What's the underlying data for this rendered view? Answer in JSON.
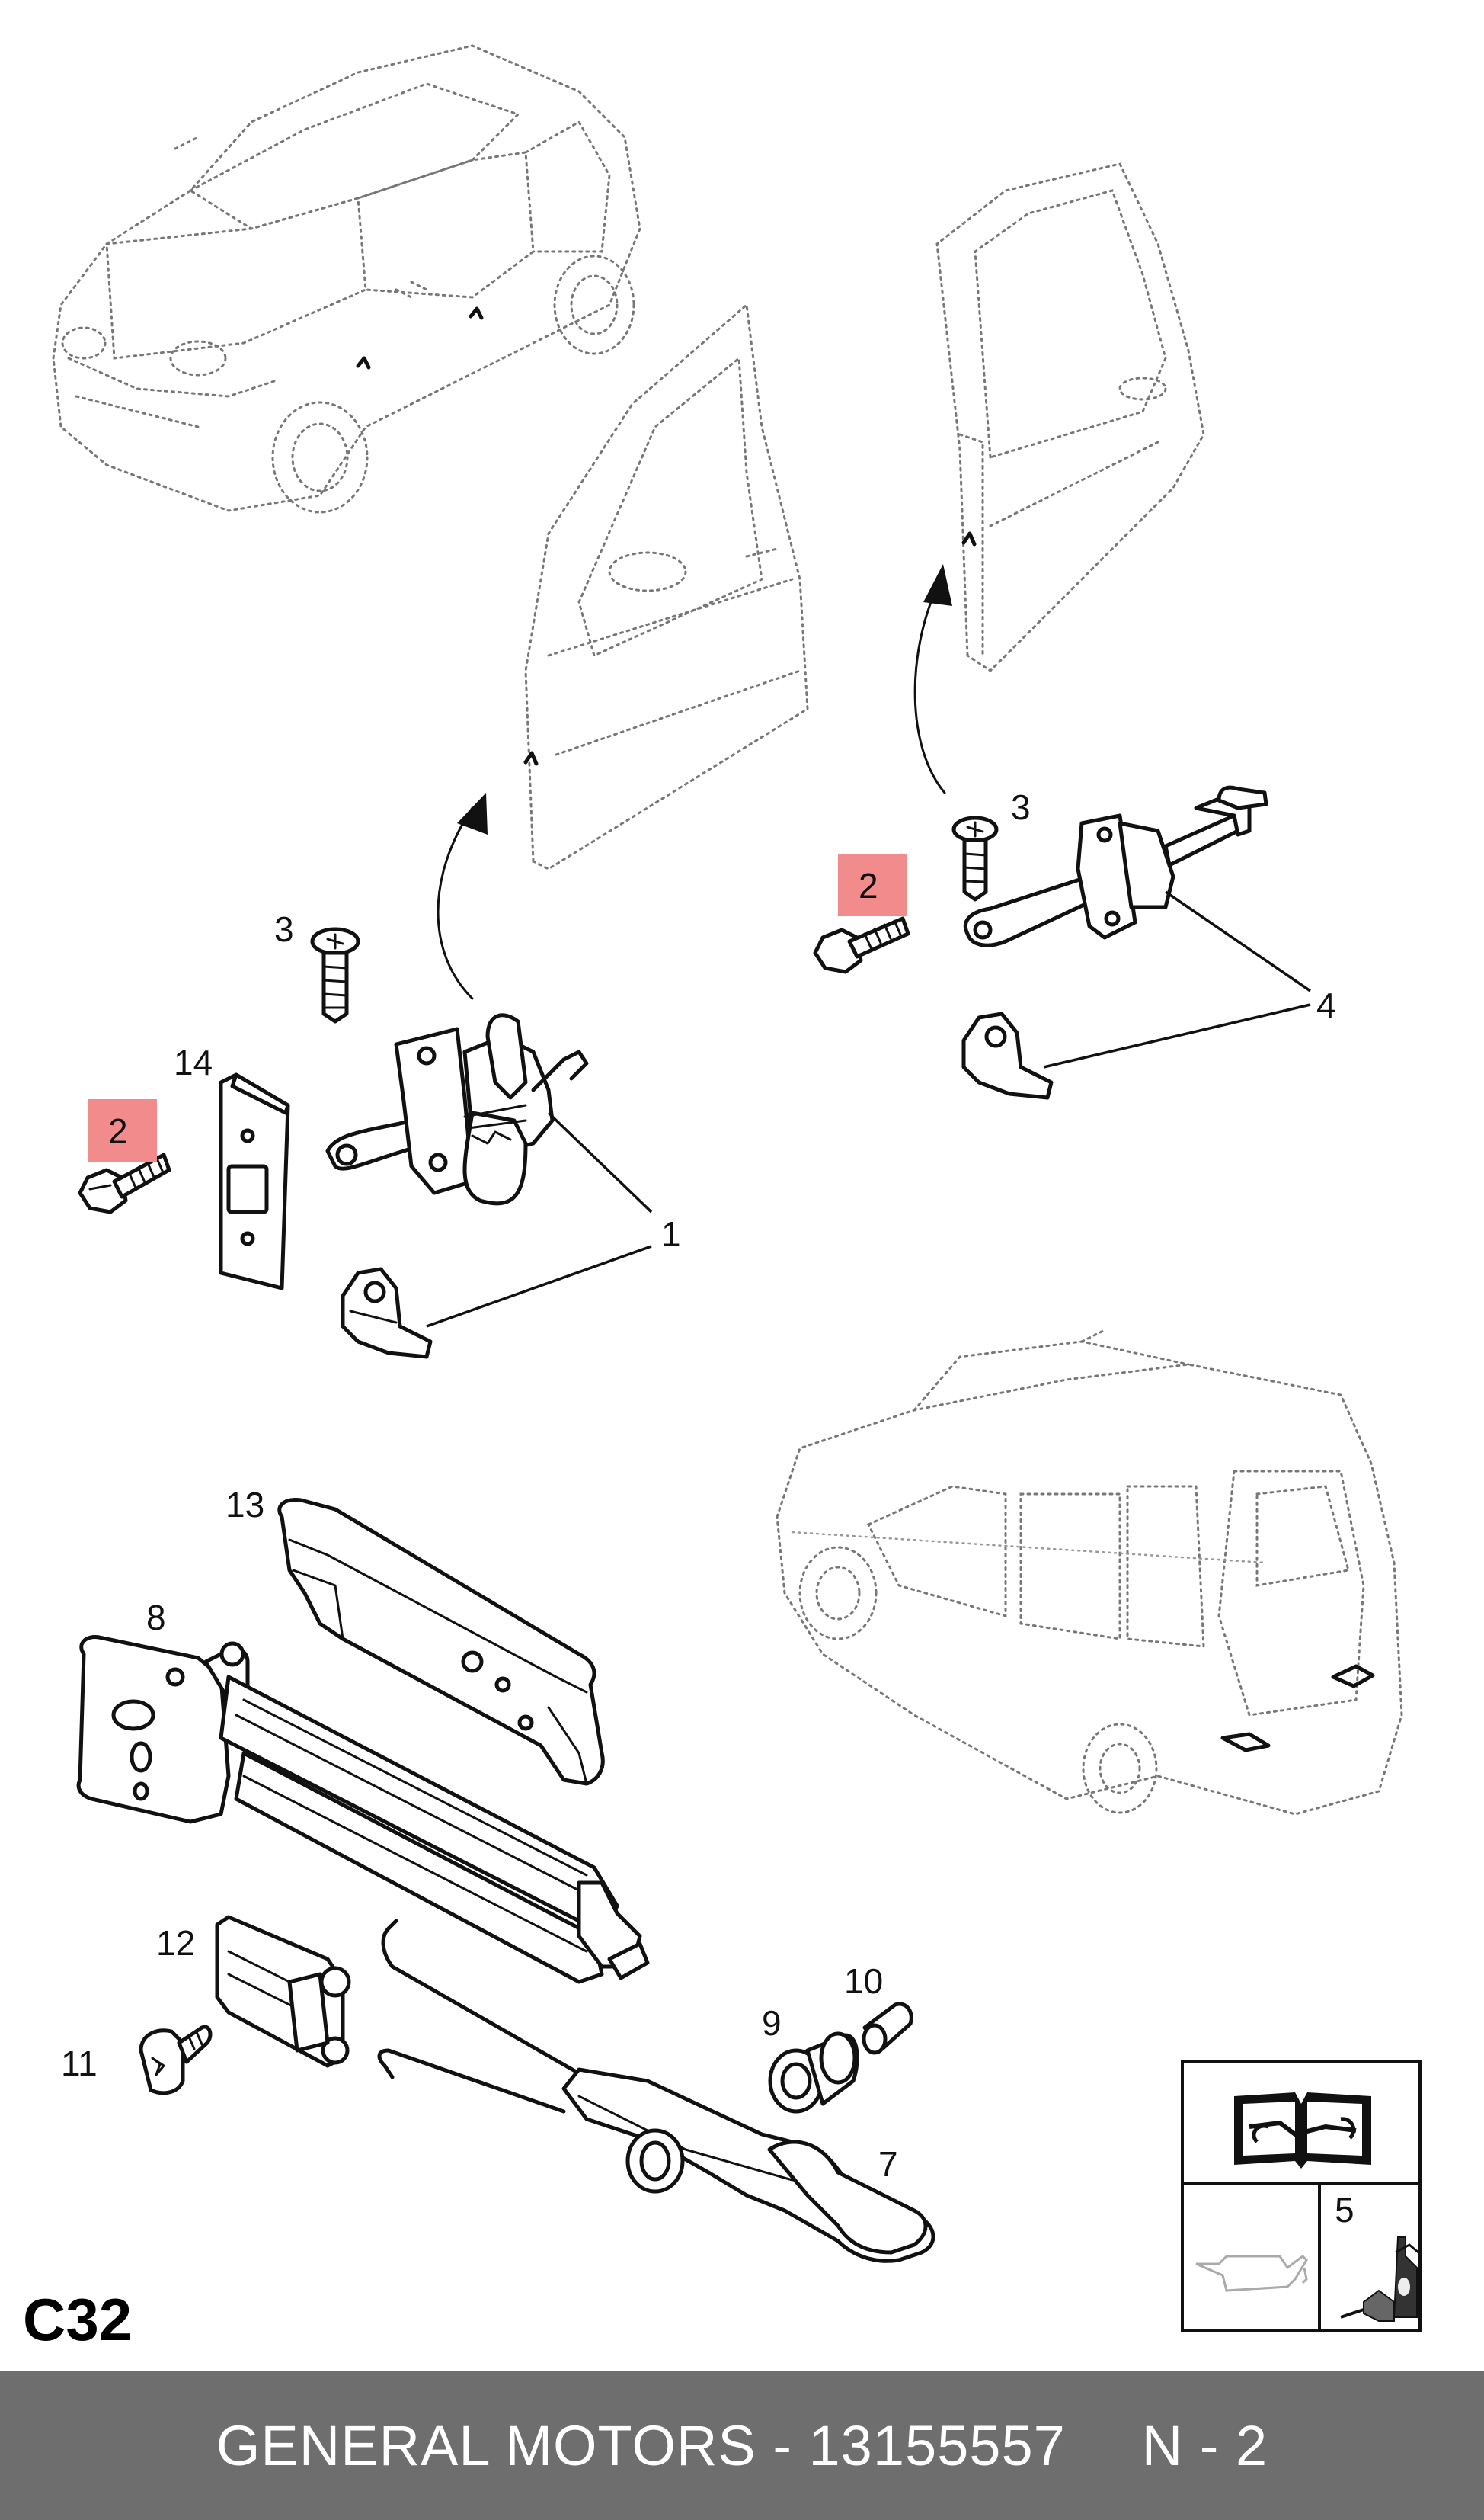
{
  "callouts": {
    "c1": "1",
    "c2a": "2",
    "c2b": "2",
    "c3a": "3",
    "c3b": "3",
    "c4": "4",
    "c5": "5",
    "c7": "7",
    "c8": "8",
    "c9": "9",
    "c10": "10",
    "c11": "11",
    "c12": "12",
    "c13": "13",
    "c14": "14"
  },
  "page_code": "C32",
  "footer": {
    "part_text": "GENERAL MOTORS - 13155557",
    "page_text": "N - 2"
  },
  "colors": {
    "highlight": "#f28b8b",
    "footer_bg": "#6e6e6e",
    "footer_text": "#ffffff"
  }
}
